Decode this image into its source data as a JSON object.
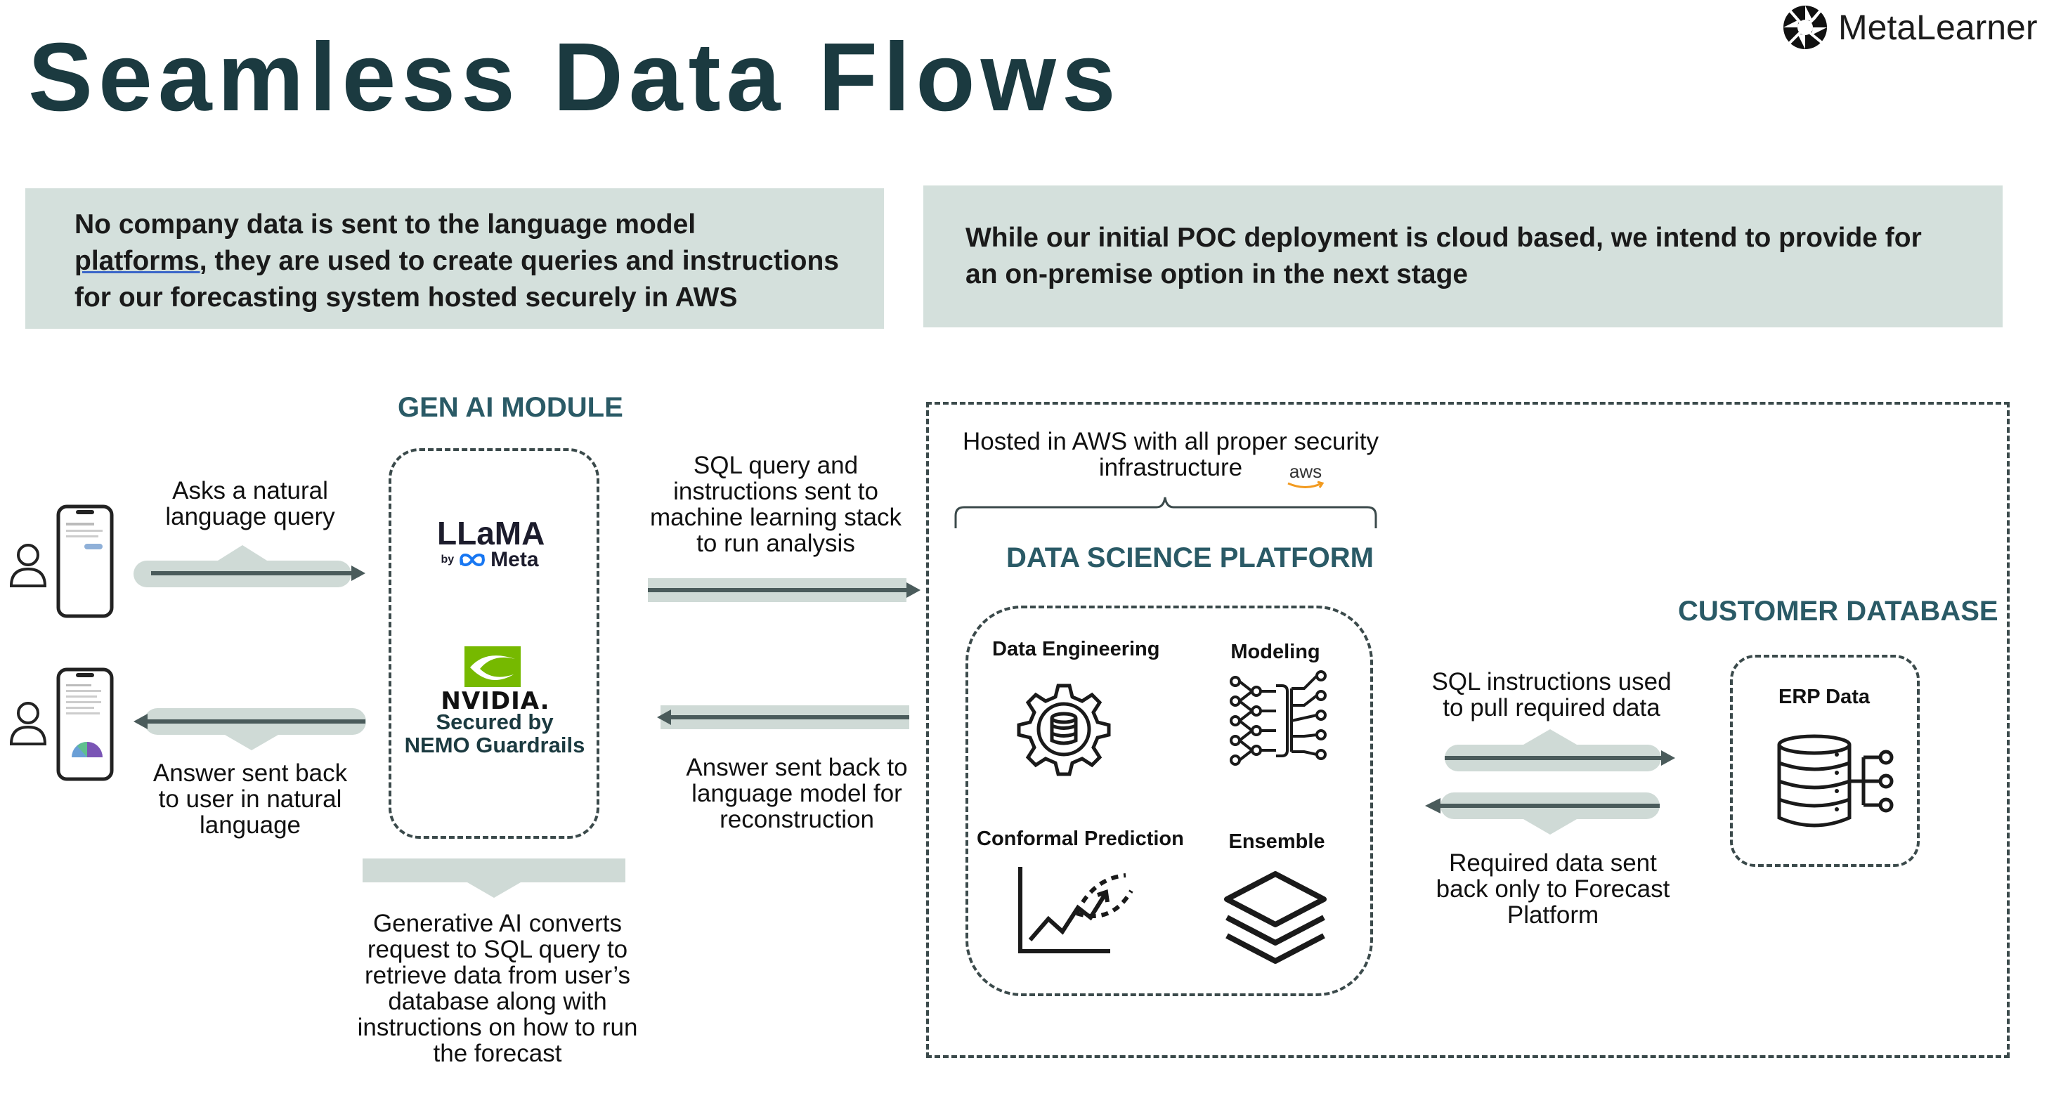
{
  "header": {
    "title": "Seamless Data Flows",
    "brand": "MetaLearner",
    "brand_icon": "aperture-logo-icon"
  },
  "notes": {
    "left": {
      "line1": "No company data is sent to the language model",
      "underlined": "platforms,",
      "rest": " they are used to create queries and instructions for our forecasting system hosted securely in AWS"
    },
    "right": "While our initial POC deployment is cloud based, we intend to provide for an on-premise option in the next stage"
  },
  "user_flow": {
    "query_text": "Asks a natural language query",
    "answer_text": "Answer sent back to user in natural language",
    "user_icon": "user-icon",
    "phone_icon": "smartphone-icon"
  },
  "gen_ai": {
    "title": "GEN AI MODULE",
    "llama_logo": "LLaMA",
    "llama_by": "by",
    "meta_logo": "Meta",
    "nvidia_logo": "NVIDIA.",
    "secured_by": "Secured by NEMO Guardrails",
    "description": "Generative AI converts request to SQL query to retrieve data from user’s database along with instructions on how to run the forecast"
  },
  "middle_flow": {
    "sql_text": "SQL query and instructions sent to machine learning stack to run analysis",
    "answer_text": "Answer sent back to language model for reconstruction"
  },
  "aws": {
    "hosted_text": "Hosted in AWS with all proper security infrastructure",
    "aws_logo": "aws"
  },
  "data_science": {
    "title": "DATA SCIENCE PLATFORM",
    "modules": [
      {
        "label": "Data Engineering",
        "icon": "gear-database-icon"
      },
      {
        "label": "Modeling",
        "icon": "neural-network-icon"
      },
      {
        "label": "Conformal Prediction",
        "icon": "line-chart-icon"
      },
      {
        "label": "Ensemble",
        "icon": "layers-icon"
      }
    ]
  },
  "db_flow": {
    "sql_text": "SQL instructions used to pull required data",
    "return_text": "Required data sent back only to Forecast Platform"
  },
  "customer_db": {
    "title": "CUSTOMER DATABASE",
    "erp_label": "ERP Data",
    "icon": "database-icon"
  },
  "colors": {
    "title": "#1b3a40",
    "section_title": "#2a5a66",
    "note_bg": "#d4e0dc",
    "arrow_band": "#cfdad6",
    "arrow_line": "#4a5b5b",
    "nvidia_green": "#76b900",
    "meta_blue": "#1877f2"
  }
}
